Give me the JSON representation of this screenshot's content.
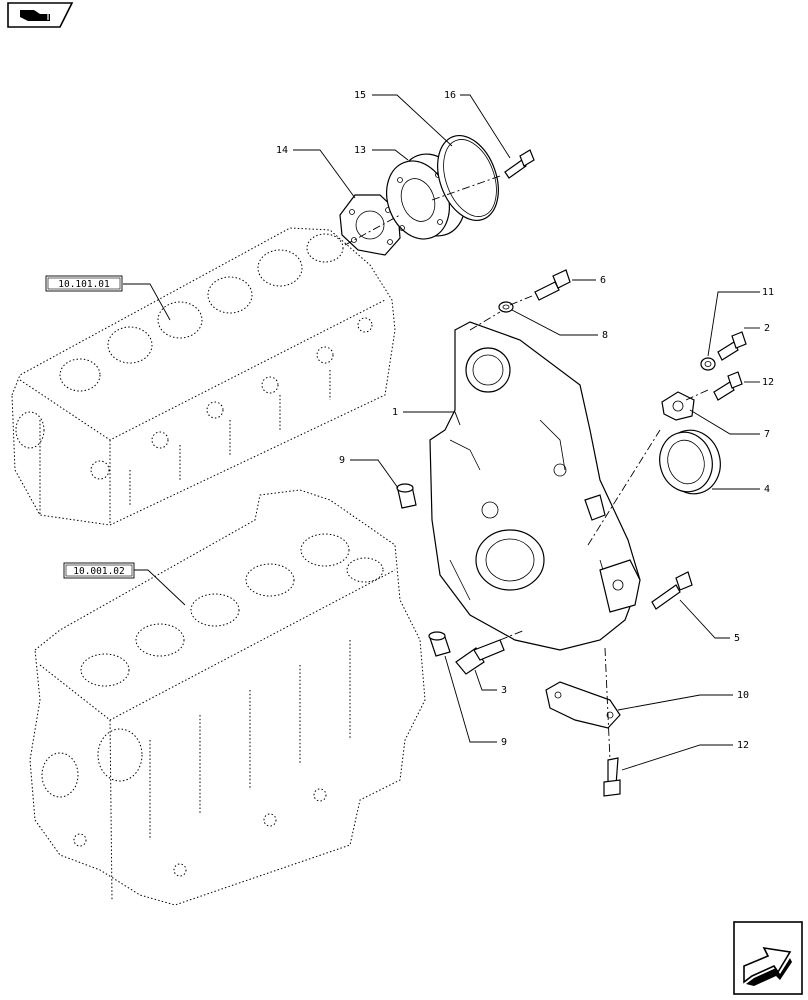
{
  "callouts": {
    "c1": "1",
    "c3": "3",
    "c4": "4",
    "c5": "5",
    "c6": "6",
    "c7": "7",
    "c8": "8",
    "c9a": "9",
    "c9b": "9",
    "c10": "10",
    "c11": "11",
    "c12a": "12",
    "c12b": "12",
    "c13": "13",
    "c14": "14",
    "c15": "15",
    "c16": "16"
  },
  "references": {
    "ref_head": "10.101.01",
    "ref_block": "10.001.02"
  },
  "icons": {
    "top_left": "book-navigation-icon",
    "bottom_right": "next-page-arrow-icon"
  }
}
